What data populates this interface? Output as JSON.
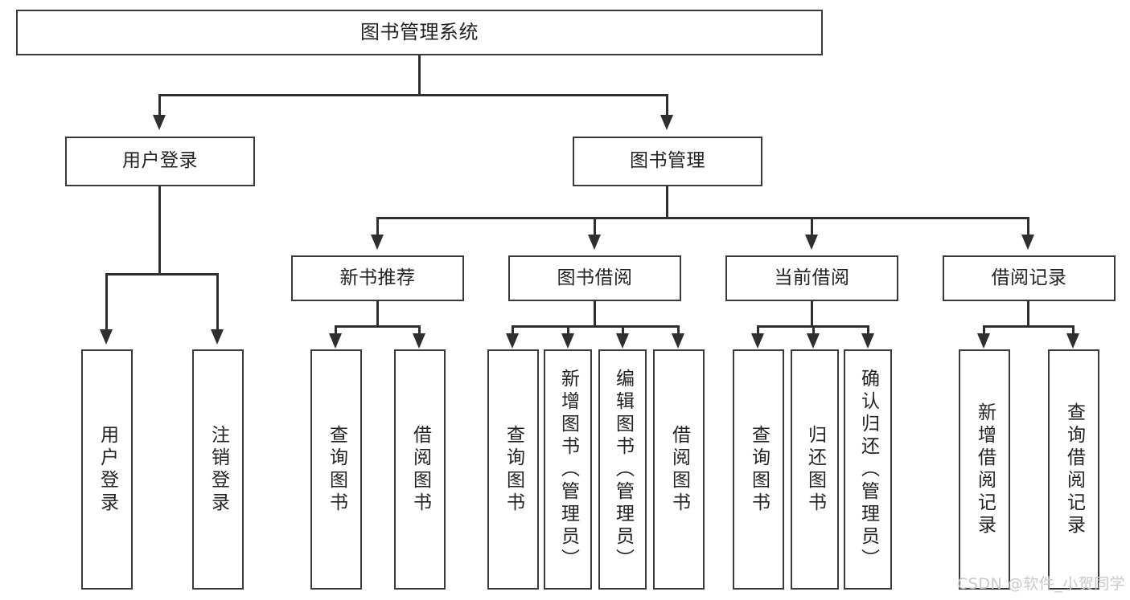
{
  "diagram": {
    "title": "图书管理系统",
    "type": "tree-hierarchy",
    "root": {
      "label": "图书管理系统"
    },
    "level2": [
      {
        "label": "用户登录"
      },
      {
        "label": "图书管理"
      }
    ],
    "level3": [
      {
        "label": "新书推荐"
      },
      {
        "label": "图书借阅"
      },
      {
        "label": "当前借阅"
      },
      {
        "label": "借阅记录"
      }
    ],
    "leaves": {
      "user_login": [
        {
          "label": "用户登录"
        },
        {
          "label": "注销登录"
        }
      ],
      "new_book_recommend": [
        {
          "label": "查询图书"
        },
        {
          "label": "借阅图书"
        }
      ],
      "book_borrow": [
        {
          "label": "查询图书"
        },
        {
          "label": "新增图书（管理员）"
        },
        {
          "label": "编辑图书（管理员）"
        },
        {
          "label": "借阅图书"
        }
      ],
      "current_borrow": [
        {
          "label": "查询图书"
        },
        {
          "label": "归还图书"
        },
        {
          "label": "确认归还（管理员）"
        }
      ],
      "borrow_record": [
        {
          "label": "新增借阅记录"
        },
        {
          "label": "查询借阅记录"
        }
      ]
    }
  },
  "watermark": {
    "text": "CSDN @软件_小贺同学"
  },
  "colors": {
    "background": "#ffffff",
    "box_border": "#3a3a3a",
    "connector": "#2f2f2f",
    "text": "#232323",
    "watermark": "#c9c9c9"
  }
}
